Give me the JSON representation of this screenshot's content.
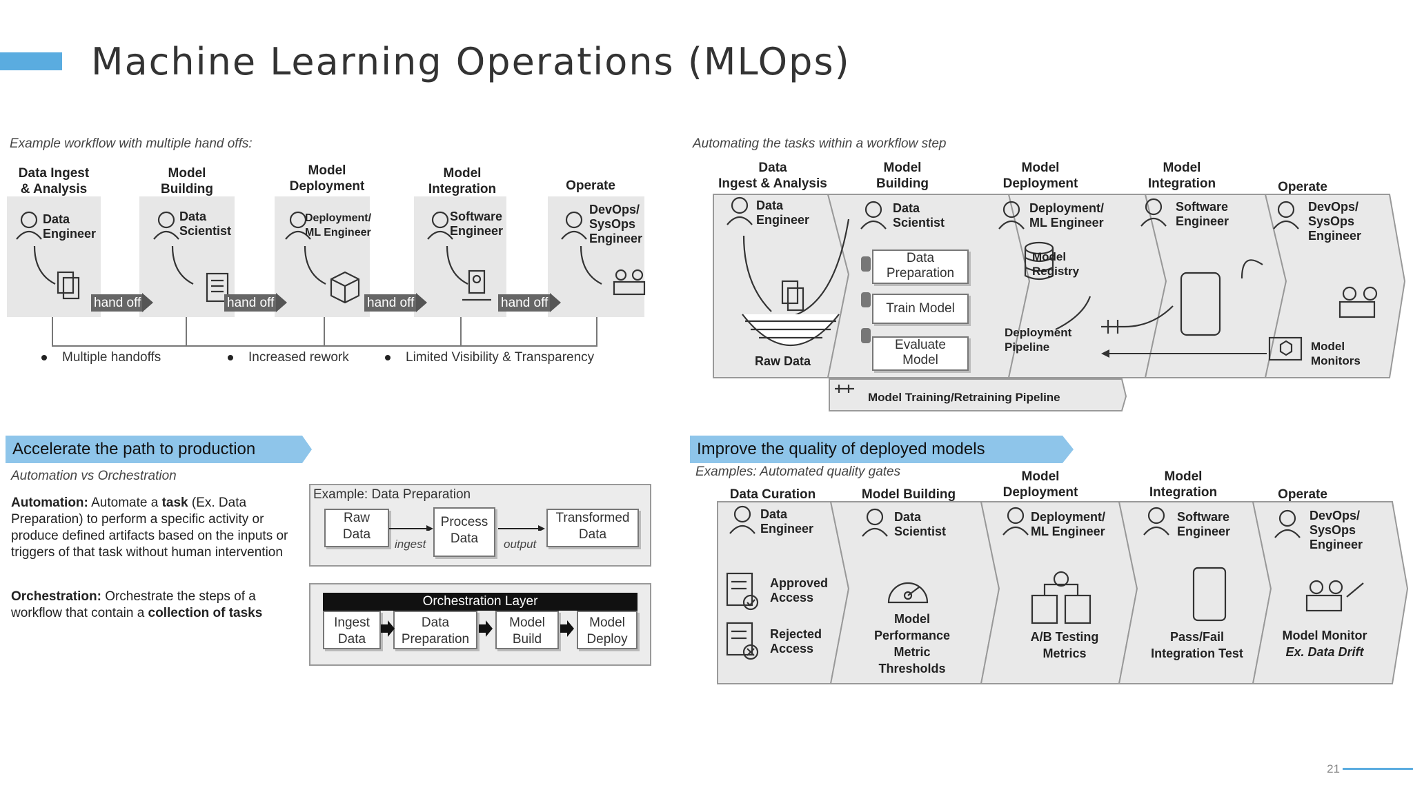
{
  "slide": {
    "title": "Machine Learning Operations (MLOps)",
    "page_number": "21",
    "accent_color": "#5aace0"
  },
  "top_left": {
    "caption": "Example workflow with multiple hand offs:",
    "stages": [
      {
        "header": "Data Ingest\n& Analysis",
        "role": "Data\nEngineer"
      },
      {
        "header": "Model\nBuilding",
        "role": "Data\nScientist"
      },
      {
        "header": "Model\nDeployment",
        "role": "Deployment/\nML Engineer"
      },
      {
        "header": "Model\nIntegration",
        "role": "Software\nEngineer"
      },
      {
        "header": "Operate",
        "role": "DevOps/\nSysOps\nEngineer"
      }
    ],
    "handoff_label": "hand off",
    "bullets": [
      "Multiple handoffs",
      "Increased rework",
      "Limited Visibility & Transparency"
    ]
  },
  "top_right": {
    "caption": "Automating the tasks within a workflow step",
    "headers": [
      "Data\nIngest & Analysis",
      "Model\nBuilding",
      "Model\nDeployment",
      "Model\nIntegration",
      "Operate"
    ],
    "roles": [
      "Data\nEngineer",
      "Data\nScientist",
      "Deployment/\nML Engineer",
      "Software\nEngineer",
      "DevOps/\nSysOps\nEngineer"
    ],
    "raw_data": "Raw Data",
    "steps": [
      "Data\nPreparation",
      "Train Model",
      "Evaluate\nModel"
    ],
    "model_registry": "Model\nRegistry",
    "deployment_pipeline": "Deployment\nPipeline",
    "model_monitors": "Model\nMonitors",
    "training_pipeline": "Model Training/Retraining Pipeline"
  },
  "bottom_left": {
    "banner": "Accelerate the path to production",
    "subcaption": "Automation vs Orchestration",
    "automation_label": "Automation:",
    "automation_text_1": " Automate a ",
    "automation_task": "task",
    "automation_text_2": " (Ex. Data Preparation) to perform a specific activity or produce defined artifacts based on the inputs or triggers of that task without human intervention",
    "orchestration_label": "Orchestration:",
    "orchestration_text_1": " Orchestrate the steps of a workflow that contain a ",
    "orchestration_bold": "collection of tasks",
    "example_title": "Example: Data Preparation",
    "example_raw": "Raw\nData",
    "example_ingest": "ingest",
    "example_process": "Process\nData",
    "example_output": "output",
    "example_transformed": "Transformed\nData",
    "orch_layer": "Orchestration Layer",
    "orch_steps": [
      "Ingest\nData",
      "Data\nPreparation",
      "Model\nBuild",
      "Model\nDeploy"
    ]
  },
  "bottom_right": {
    "banner": "Improve the quality of deployed models",
    "caption": "Examples: Automated quality gates",
    "headers": [
      "Data Curation",
      "Model Building",
      "Model\nDeployment",
      "Model\nIntegration",
      "Operate"
    ],
    "roles": [
      "Data\nEngineer",
      "Data\nScientist",
      "Deployment/\nML Engineer",
      "Software\nEngineer",
      "DevOps/\nSysOps\nEngineer"
    ],
    "approved": "Approved\nAccess",
    "rejected": "Rejected\nAccess",
    "metric": "Model\nPerformance\nMetric\nThresholds",
    "ab": "A/B Testing\nMetrics",
    "passfail": "Pass/Fail\nIntegration Test",
    "monitor": "Model Monitor",
    "monitor_sub": "Ex. Data Drift"
  }
}
